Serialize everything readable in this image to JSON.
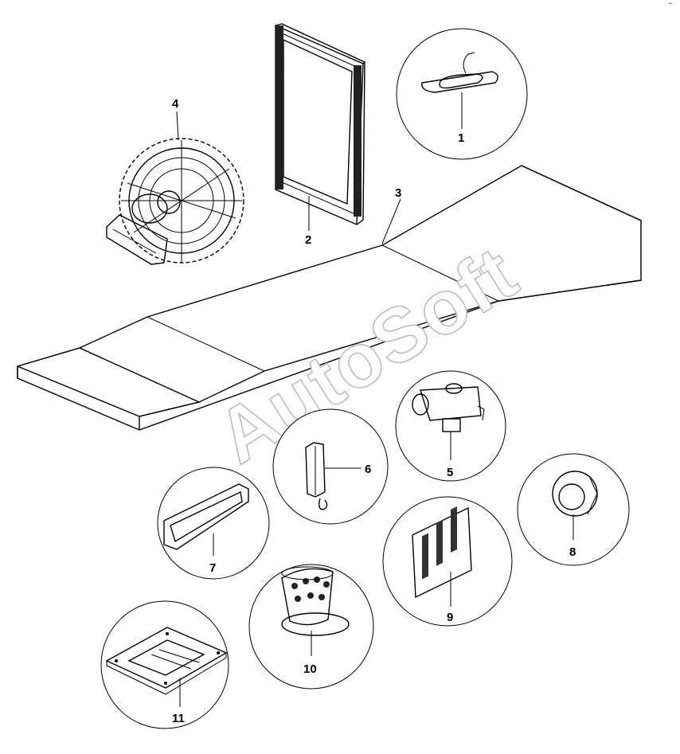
{
  "watermark": "AutoSoft",
  "corner_mark": "˜",
  "parts": [
    {
      "id": "part-1",
      "label": "1",
      "icon": "roof-light-icon"
    },
    {
      "id": "part-2",
      "label": "2",
      "icon": "side-window-icon"
    },
    {
      "id": "part-3",
      "label": "3",
      "icon": "roof-panel-icon"
    },
    {
      "id": "part-4",
      "label": "4",
      "icon": "cabin-fan-icon"
    },
    {
      "id": "part-5",
      "label": "5",
      "icon": "heater-blower-icon"
    },
    {
      "id": "part-6",
      "label": "6",
      "icon": "intercom-handset-icon"
    },
    {
      "id": "part-7",
      "label": "7",
      "icon": "grab-handle-icon"
    },
    {
      "id": "part-8",
      "label": "8",
      "icon": "air-nozzle-icon"
    },
    {
      "id": "part-9",
      "label": "9",
      "icon": "vent-grille-icon"
    },
    {
      "id": "part-10",
      "label": "10",
      "icon": "round-vent-icon"
    },
    {
      "id": "part-11",
      "label": "11",
      "icon": "recessed-tray-icon"
    }
  ],
  "colors": {
    "line": "#000000",
    "watermark_stroke": "#bdbdbd",
    "background": "#ffffff"
  }
}
